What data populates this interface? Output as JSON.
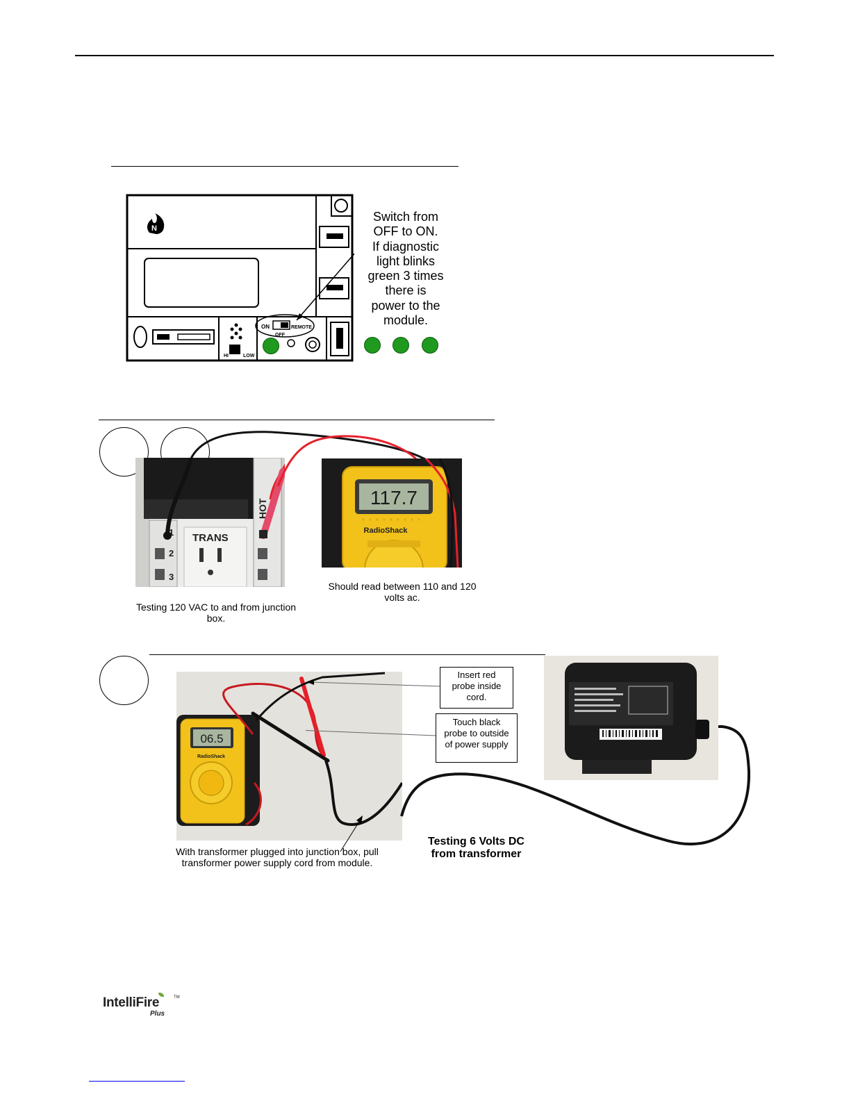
{
  "module_callout": {
    "lines": [
      "Switch from",
      "OFF to ON.",
      "If diagnostic",
      "light blinks",
      "green 3 times",
      "there is",
      "power to the",
      "module."
    ]
  },
  "module_diagram": {
    "switch_on": "ON",
    "switch_off": "OFF",
    "switch_remote": "REMOTE",
    "hi": "HI",
    "low": "LOW"
  },
  "junction_photo": {
    "trans_label": "TRANS",
    "hot_label": "HOT",
    "numbers": [
      "1",
      "2",
      "3"
    ],
    "caption_lines": [
      "Testing 120 VAC to and from junction",
      "box."
    ]
  },
  "meter_photo": {
    "reading": "117.7",
    "brand": "RadioShack",
    "caption_lines": [
      "Should read between 110 and 120",
      "volts ac."
    ]
  },
  "dc_test": {
    "meter_reading": "06.5",
    "brand": "RadioShack",
    "callout_red": [
      "Insert red",
      "probe inside",
      "cord."
    ],
    "callout_black": [
      "Touch black",
      "probe to outside",
      "of power supply"
    ],
    "caption_lines": [
      "With transformer plugged into junction box, pull",
      "transformer power supply cord from module."
    ],
    "title_lines": [
      "Testing 6 Volts DC",
      "from transformer"
    ]
  },
  "logo": {
    "text_main": "IntelliFire",
    "text_sub": "Plus",
    "tm": "TM"
  },
  "colors": {
    "led_green": "#1f9a1f",
    "meter_yellow": "#f2c21b",
    "probe_red": "#e5202a"
  }
}
